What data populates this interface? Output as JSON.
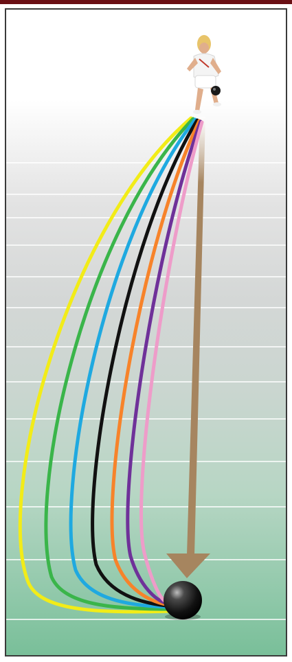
{
  "diagram": {
    "lane_lines": 13,
    "colors": {
      "top_bar": "#6a0f14",
      "frame": "#3a3a3a",
      "lane_line": "#ffffff",
      "arrow": "#a6855f",
      "jack": "#1a1a1a"
    },
    "figure": {
      "icon": "bowler-figure"
    },
    "paths": [
      {
        "color": "#f2ec18"
      },
      {
        "color": "#3ab54a"
      },
      {
        "color": "#1fa9e0"
      },
      {
        "color": "#111111"
      },
      {
        "color": "#f7832a"
      },
      {
        "color": "#6f3199"
      },
      {
        "color": "#ee9cc9"
      }
    ],
    "target": {
      "icon": "jack-ball"
    },
    "direction": {
      "icon": "down-arrow"
    }
  }
}
